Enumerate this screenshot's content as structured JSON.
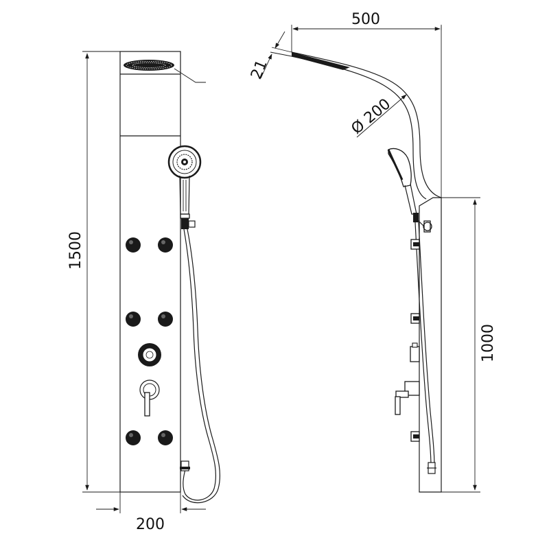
{
  "dimensions": {
    "total_height": "1500",
    "panel_width": "200",
    "head_width": "500",
    "head_thickness": "21",
    "head_diameter": "Ø 200",
    "lower_height": "1000"
  },
  "colors": {
    "line": "#1a1a1a",
    "background": "#ffffff"
  }
}
